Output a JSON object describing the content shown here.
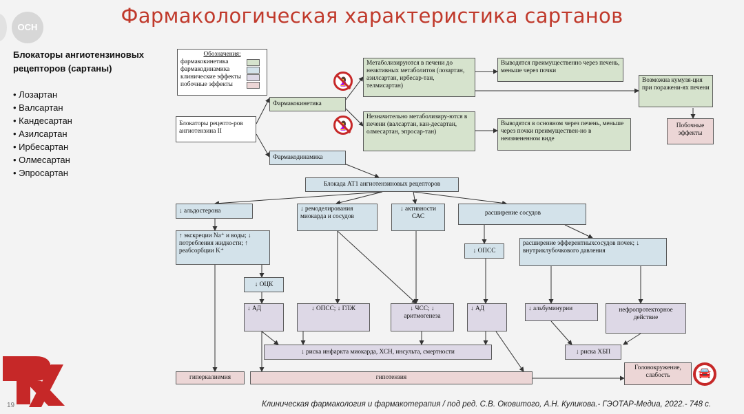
{
  "title": "Фармакологическая характеристика сартанов",
  "badge": "ОСН",
  "left_panel": {
    "heading": "Блокаторы ангиотензиновых рецепторов (сартаны)",
    "drugs": [
      "Лозартан",
      "Валсартан",
      "Кандесартан",
      "Азилсартан",
      "Ирбесартан",
      "Олмесартан",
      "Эпросартан"
    ]
  },
  "legend": {
    "title": "Обозначения:",
    "items": [
      "фармакокинетика",
      "фармакодинамика",
      "клинические эффекты",
      "побочные эффекты"
    ],
    "colors": [
      "#d6e3cd",
      "#d3e2ea",
      "#ddd8e6",
      "#ecd6d6"
    ]
  },
  "nodes": {
    "blockers": "Блокаторы рецепто-ров ангиотензина II",
    "pk": "Фармакокинетика",
    "pd": "Фармакодинамика",
    "metab_active": "Метаболизируются в печени до неактивных метаболитов (лозартан, азилсартан, ирбесар-тан, телмисартан)",
    "metab_minor": "Незначительно метаболизиру-ются в печени (валсартан, кан-десартан, олмесартан, эпросар-тан)",
    "excreted_liver": "Выводятся преимущественно через печень, меньше через почки",
    "excreted_mainly": "Выводятся в основном через печень, меньше через почки преимуществен-но в неизмененном виде",
    "cumulation": "Возможна кумуля-ция при поражени-ях печени",
    "side_effects": "Побочные эффекты",
    "at1_block": "Блокада АТ1 ангиотензиновых рецепторов",
    "aldosterone": "↓ альдостерона",
    "remodeling": "↓ ремоделирования миокарда и сосудов",
    "sas": "↓ активности САС",
    "vasodilation": "расширение сосудов",
    "na_excretion": "↑ экскреции Na⁺ и воды; ↓ потребления жидкости; ↑ реабсорбции K⁺",
    "ops_small": "↓ ОПСС",
    "efferent": "расширение эфферентныхсосудов почек; ↓ внутриклубочкового давления",
    "ocq": "↓ ОЦК",
    "ad1": "↓ АД",
    "opss_glj": "↓ ОПСС; ↓ ГЛЖ",
    "hr": "↓ ЧСС; ↓ аритмогенеза",
    "ad2": "↓ АД",
    "albuminuria": "↓ альбуминурии",
    "nephroprotect": "нефропротекторное действие",
    "risk_mi": "↓ риска инфаркта миокарда, ХСН, инсульта, смертности",
    "risk_ckd": "↓ риска ХБП",
    "hyperkalemia": "гиперкалиемия",
    "hypotension": "гипотензия",
    "dizziness": "Головокружение, слабость"
  },
  "icons": {
    "no_pregnancy": "no-pregnancy-icon",
    "no_driving": "no-driving-icon"
  },
  "citation": "Клиническая фармакология и фармакотерапия / под ред. С.В. Оковитого, А.Н. Куликова.- ГЭОТАР-Медиа, 2022.- 748 с.",
  "page_number": "19"
}
